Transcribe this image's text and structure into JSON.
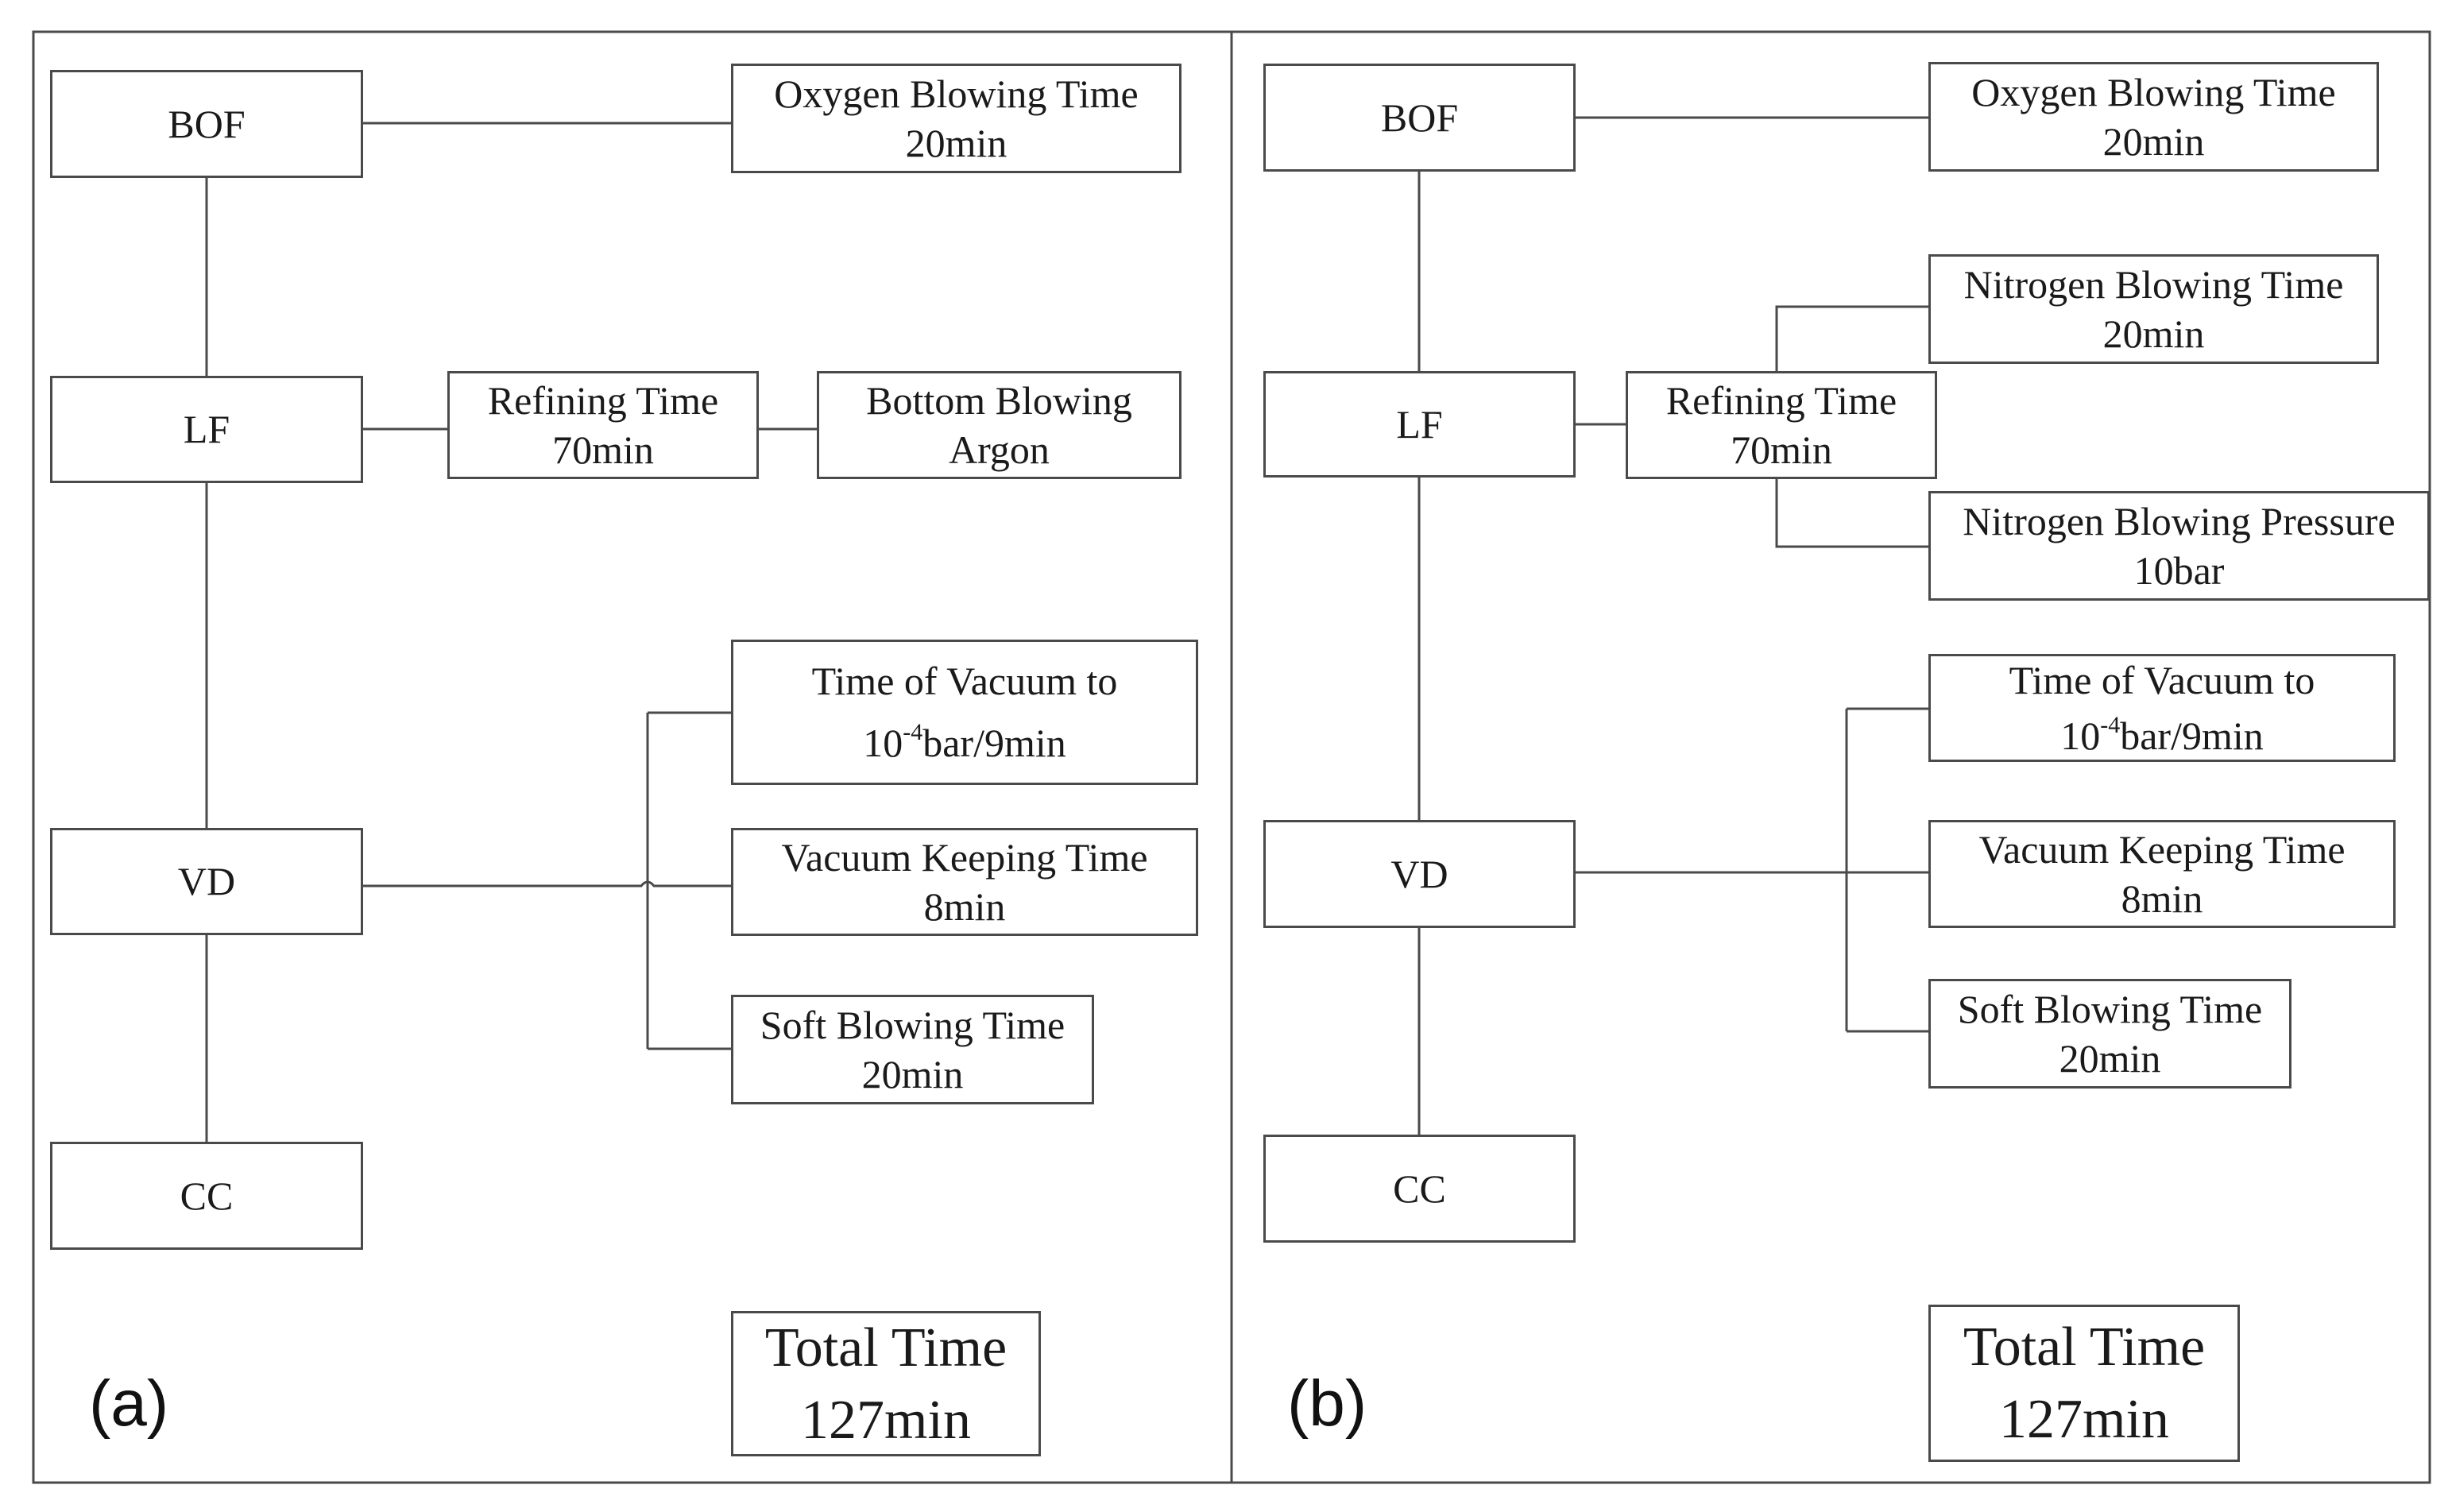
{
  "panels": {
    "a": {
      "label": "(a)",
      "stages": {
        "bof": "BOF",
        "lf": "LF",
        "vd": "VD",
        "cc": "CC"
      },
      "oxygen_blowing": {
        "title": "Oxygen Blowing Time",
        "value": "20min"
      },
      "refining": {
        "title": "Refining Time",
        "value": "70min"
      },
      "bottom_blowing": {
        "line1": "Bottom Blowing",
        "line2": "Argon"
      },
      "vacuum_time": {
        "line1": "Time of Vacuum to",
        "base": "10",
        "exp": "-4",
        "rest": "bar/9min"
      },
      "vacuum_keeping": {
        "title": "Vacuum Keeping Time",
        "value": "8min"
      },
      "soft_blowing": {
        "title": "Soft Blowing Time",
        "value": "20min"
      },
      "total": {
        "title": "Total Time",
        "value": "127min"
      }
    },
    "b": {
      "label": "(b)",
      "stages": {
        "bof": "BOF",
        "lf": "LF",
        "vd": "VD",
        "cc": "CC"
      },
      "oxygen_blowing": {
        "title": "Oxygen Blowing Time",
        "value": "20min"
      },
      "refining": {
        "title": "Refining Time",
        "value": "70min"
      },
      "nitrogen_time": {
        "title": "Nitrogen Blowing Time",
        "value": "20min"
      },
      "nitrogen_pressure": {
        "title": "Nitrogen Blowing Pressure",
        "value": "10bar"
      },
      "vacuum_time": {
        "line1": "Time of Vacuum to",
        "base": "10",
        "exp": "-4",
        "rest": "bar/9min"
      },
      "vacuum_keeping": {
        "title": "Vacuum Keeping Time",
        "value": "8min"
      },
      "soft_blowing": {
        "title": "Soft Blowing Time",
        "value": "20min"
      },
      "total": {
        "title": "Total Time",
        "value": "127min"
      }
    }
  },
  "colors": {
    "line": "#4a4a4a",
    "frame": "#4a4a4a",
    "text": "#1a1a1a"
  }
}
